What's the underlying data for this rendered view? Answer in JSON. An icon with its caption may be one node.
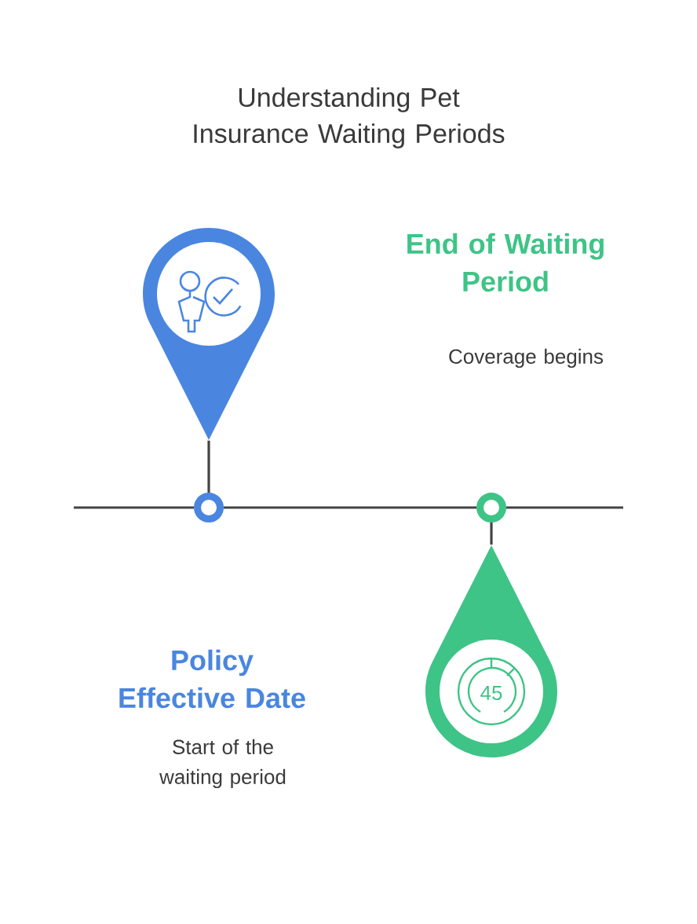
{
  "diagram": {
    "title": "Understanding Pet Insurance Waiting Periods",
    "nodes": [
      {
        "text": [],
        "shape": "pin"
      },
      {
        "text": [],
        "shape": "circle"
      },
      {
        "text": [],
        "shape": "circle"
      },
      {
        "text": [],
        "shape": "pin"
      }
    ],
    "edges": [
      {
        "from": 0,
        "to": 1,
        "arrow": "none"
      },
      {
        "from": null,
        "to": 1,
        "arrow": "none"
      },
      {
        "from": 1,
        "to": 2,
        "arrow": "none"
      },
      {
        "from": 2,
        "to": null,
        "arrow": "none"
      },
      {
        "from": 3,
        "to": 2,
        "arrow": "none"
      }
    ],
    "labels": [
      "End of Waiting Period",
      "Coverage begins",
      "Policy Effective Date",
      "Start of the waiting period",
      "45"
    ]
  }
}
